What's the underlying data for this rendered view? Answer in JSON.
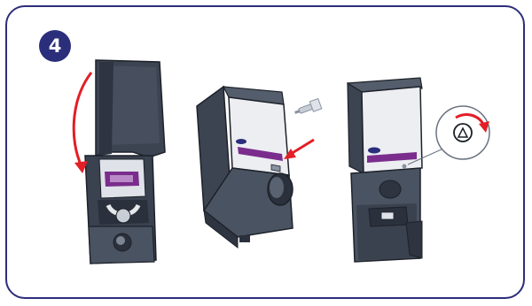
{
  "step": {
    "number": "4"
  },
  "colors": {
    "frame": "#2b2e7a",
    "badge": "#2b2e7a",
    "arrow": "#e21f26",
    "dispenser_dark": "#3c4452",
    "dispenser_mid": "#5b6473",
    "dispenser_light": "#eceef2",
    "label_purple": "#7a2d8c"
  },
  "illustrations": [
    {
      "name": "open-dispenser",
      "arrow": "close-lid"
    },
    {
      "name": "dispenser-side",
      "arrow": "insert-key"
    },
    {
      "name": "dispenser-front",
      "arrow": "turn-lock"
    }
  ],
  "icons": [
    "curved-arrow-icon",
    "key-icon",
    "straight-arrow-icon",
    "lock-icon",
    "rotate-arrow-icon"
  ]
}
